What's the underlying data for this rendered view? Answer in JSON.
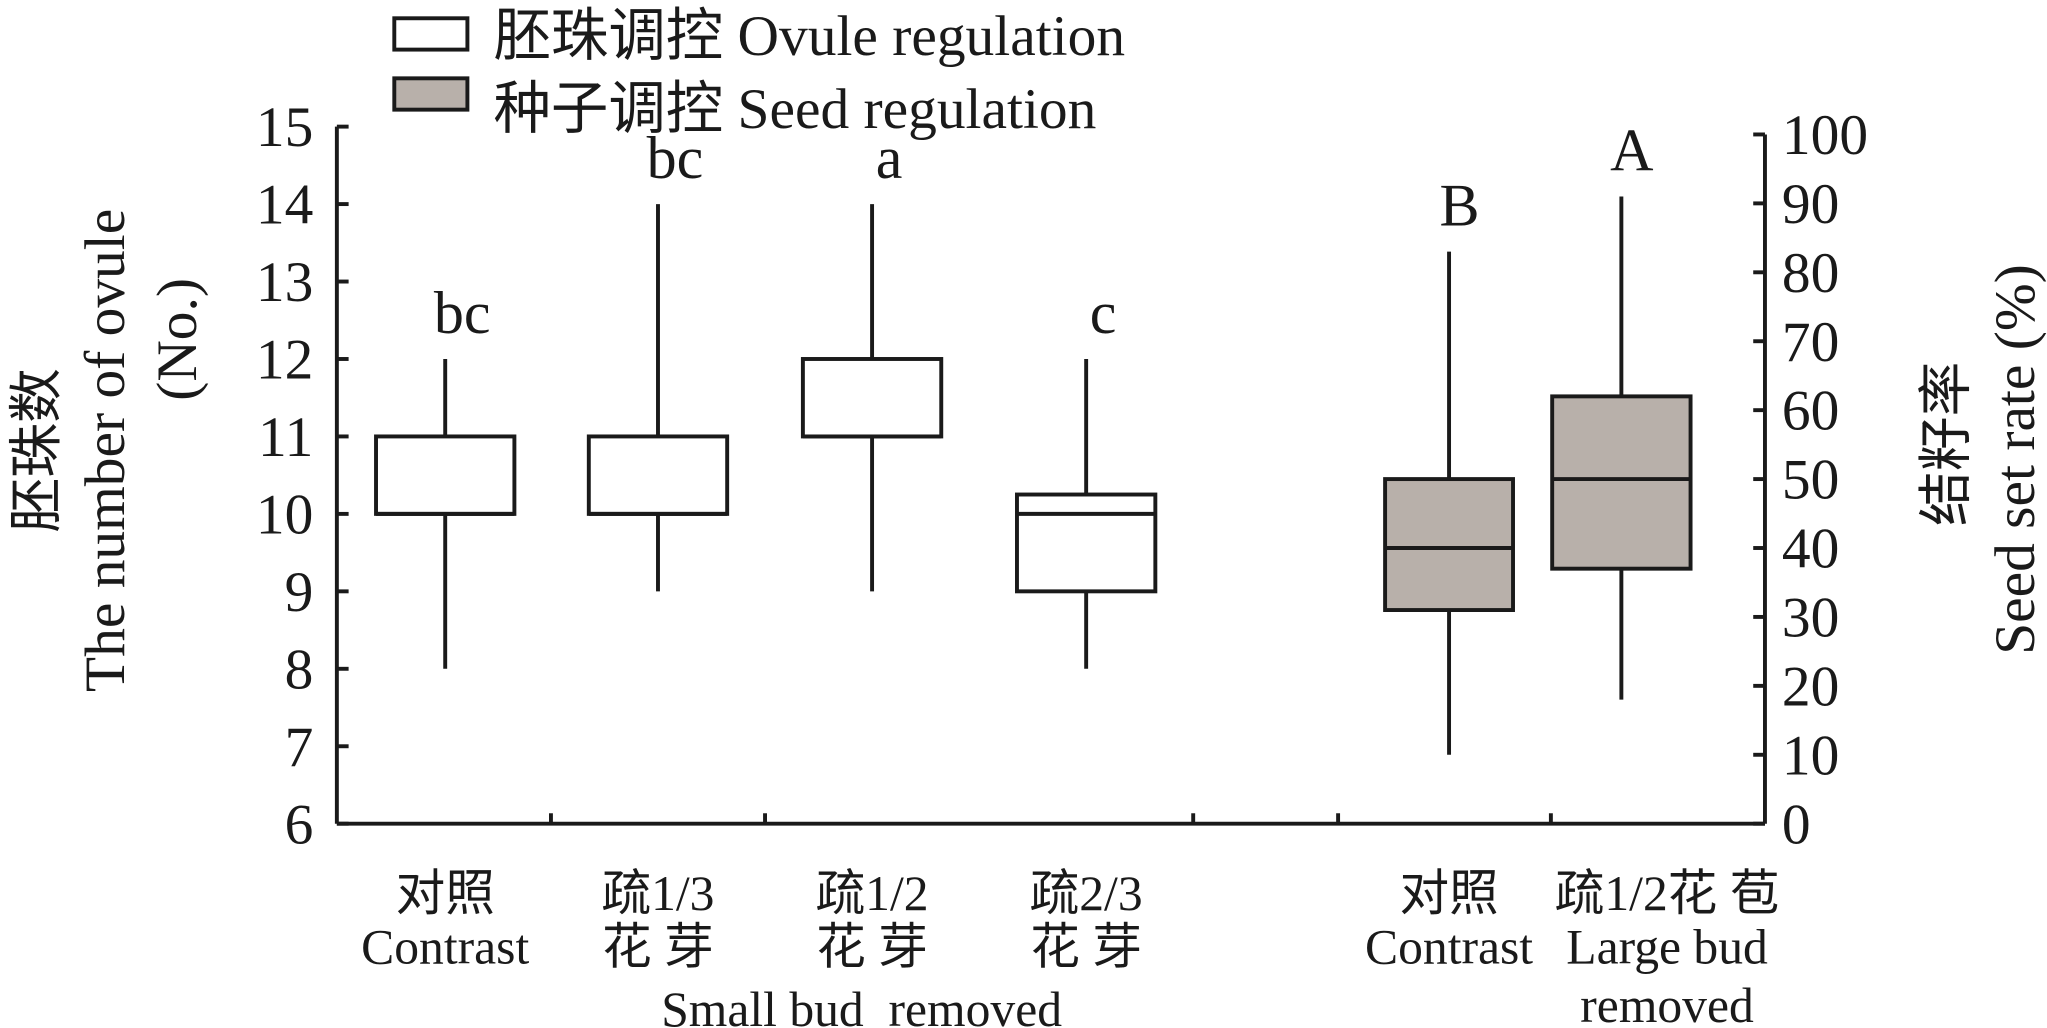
{
  "chart_data": {
    "type": "boxplot",
    "legend": [
      {
        "label": "胚珠调控 Ovule regulation",
        "color": "#ffffff"
      },
      {
        "label": "种子调控 Seed regulation",
        "color": "#b8b0aa"
      }
    ],
    "legend_position": "top",
    "left_axis": {
      "label_cn": "胚珠数",
      "label_en": "The number of ovule",
      "label_unit": "(No.)",
      "ylim": [
        6,
        15
      ],
      "ticks": [
        "6",
        "7",
        "8",
        "9",
        "10",
        "11",
        "12",
        "13",
        "14",
        "15"
      ]
    },
    "right_axis": {
      "label_cn": "结籽率",
      "label_en": "Seed set rate (%)",
      "ylim": [
        0,
        100
      ],
      "ticks": [
        "0",
        "10",
        "20",
        "30",
        "40",
        "50",
        "60",
        "70",
        "80",
        "90",
        "100"
      ]
    },
    "groups": [
      {
        "axis": "left",
        "series": "Ovule regulation",
        "label1": "对照",
        "label2": "Contrast",
        "letter": "bc",
        "min": 8,
        "q1": 10,
        "median": 10,
        "q3": 11,
        "max": 12
      },
      {
        "axis": "left",
        "series": "Ovule regulation",
        "label1": "疏1/3",
        "label2": "花 芽",
        "letter": "bc",
        "min": 9,
        "q1": 10,
        "median": 10,
        "q3": 11,
        "max": 14
      },
      {
        "axis": "left",
        "series": "Ovule regulation",
        "label1": "疏1/2",
        "label2": "花 芽",
        "letter": "a",
        "min": 9,
        "q1": 11,
        "median": 11,
        "q3": 12,
        "max": 14
      },
      {
        "axis": "left",
        "series": "Ovule regulation",
        "label1": "疏2/3",
        "label2": "花 芽",
        "letter": "c",
        "min": 8,
        "q1": 9,
        "median": 10,
        "q3": 10.25,
        "max": 12
      },
      {
        "axis": "right",
        "series": "Seed regulation",
        "label1": "对照",
        "label2": "Contrast",
        "letter": "B",
        "min": 10,
        "q1": 31,
        "median": 40,
        "q3": 50,
        "max": 83
      },
      {
        "axis": "right",
        "series": "Seed regulation",
        "label1": "疏1/2花 苞",
        "label2": "Large bud",
        "label3": "removed",
        "letter": "A",
        "min": 18,
        "q1": 37,
        "median": 50,
        "q3": 62,
        "max": 91
      }
    ],
    "group_caption": "Small bud  removed"
  }
}
